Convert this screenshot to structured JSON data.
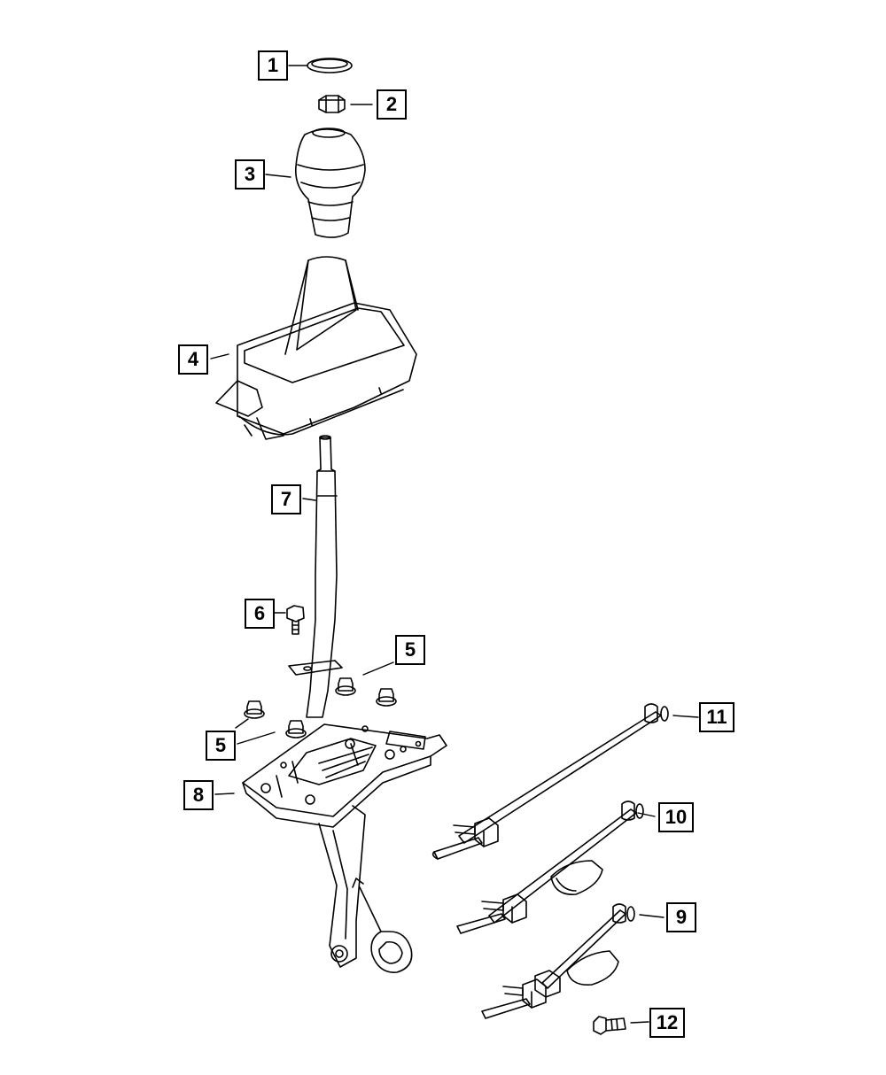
{
  "colors": {
    "line": "#000000",
    "background": "#ffffff"
  },
  "callouts": [
    {
      "label": "1",
      "part": "retainer ring"
    },
    {
      "label": "2",
      "part": "nut"
    },
    {
      "label": "3",
      "part": "shift knob"
    },
    {
      "label": "4",
      "part": "shift boot"
    },
    {
      "label": "7",
      "part": "shift lever"
    },
    {
      "label": "6",
      "part": "bolt"
    },
    {
      "label": "5",
      "part": "nut"
    },
    {
      "label": "5",
      "part": "nut"
    },
    {
      "label": "8",
      "part": "shifter assembly"
    },
    {
      "label": "11",
      "part": "shift rail"
    },
    {
      "label": "10",
      "part": "shift rail"
    },
    {
      "label": "9",
      "part": "shift rail"
    },
    {
      "label": "12",
      "part": "bolt"
    }
  ]
}
